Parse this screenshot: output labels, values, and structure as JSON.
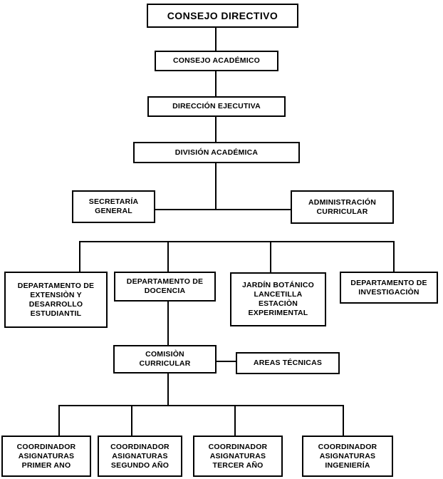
{
  "diagram": {
    "type": "org-chart",
    "background": "#ffffff",
    "line_color": "#000000",
    "box_border_color": "#000000",
    "text_color": "#000000"
  },
  "org": {
    "consejo_directivo": "CONSEJO DIRECTIVO",
    "consejo_academico": "CONSEJO ACADÉMICO",
    "direccion_ejecutiva": "DIRECCIÓN EJECUTIVA",
    "division_academica": "DIVISIÓN ACADÉMICA",
    "secretaria_general": "SECRETARÍA\nGENERAL",
    "administracion_curricular": "ADMINISTRACIÓN\nCURRICULAR",
    "depto_extension": "DEPARTAMENTO DE\nEXTENSIÒN Y\nDESARROLLO\nESTUDIANTIL",
    "depto_docencia": "DEPARTAMENTO DE\nDOCENCIA",
    "jardin_botanico": "JARDÍN BOTÁNICO\nLANCETILLA\nESTACIÒN\nEXPERIMENTAL",
    "depto_investigacion": "DEPARTAMENTO DE\nINVESTIGACIÒN",
    "comision_curricular": "COMISIÒN\nCURRICULAR",
    "areas_tecnicas": "AREAS TÉCNICAS",
    "coord_primer_ano": "COORDINADOR\nASIGNATURAS\nPRIMER ANO",
    "coord_segundo_ano": "COORDINADOR\nASIGNATURAS\nSEGUNDO AÑO",
    "coord_tercer_ano": "COORDINADOR\nASIGNATURAS\nTERCER AÑO",
    "coord_ingenieria": "COORDINADOR\nASIGNATURAS\nINGENIERÍA"
  }
}
